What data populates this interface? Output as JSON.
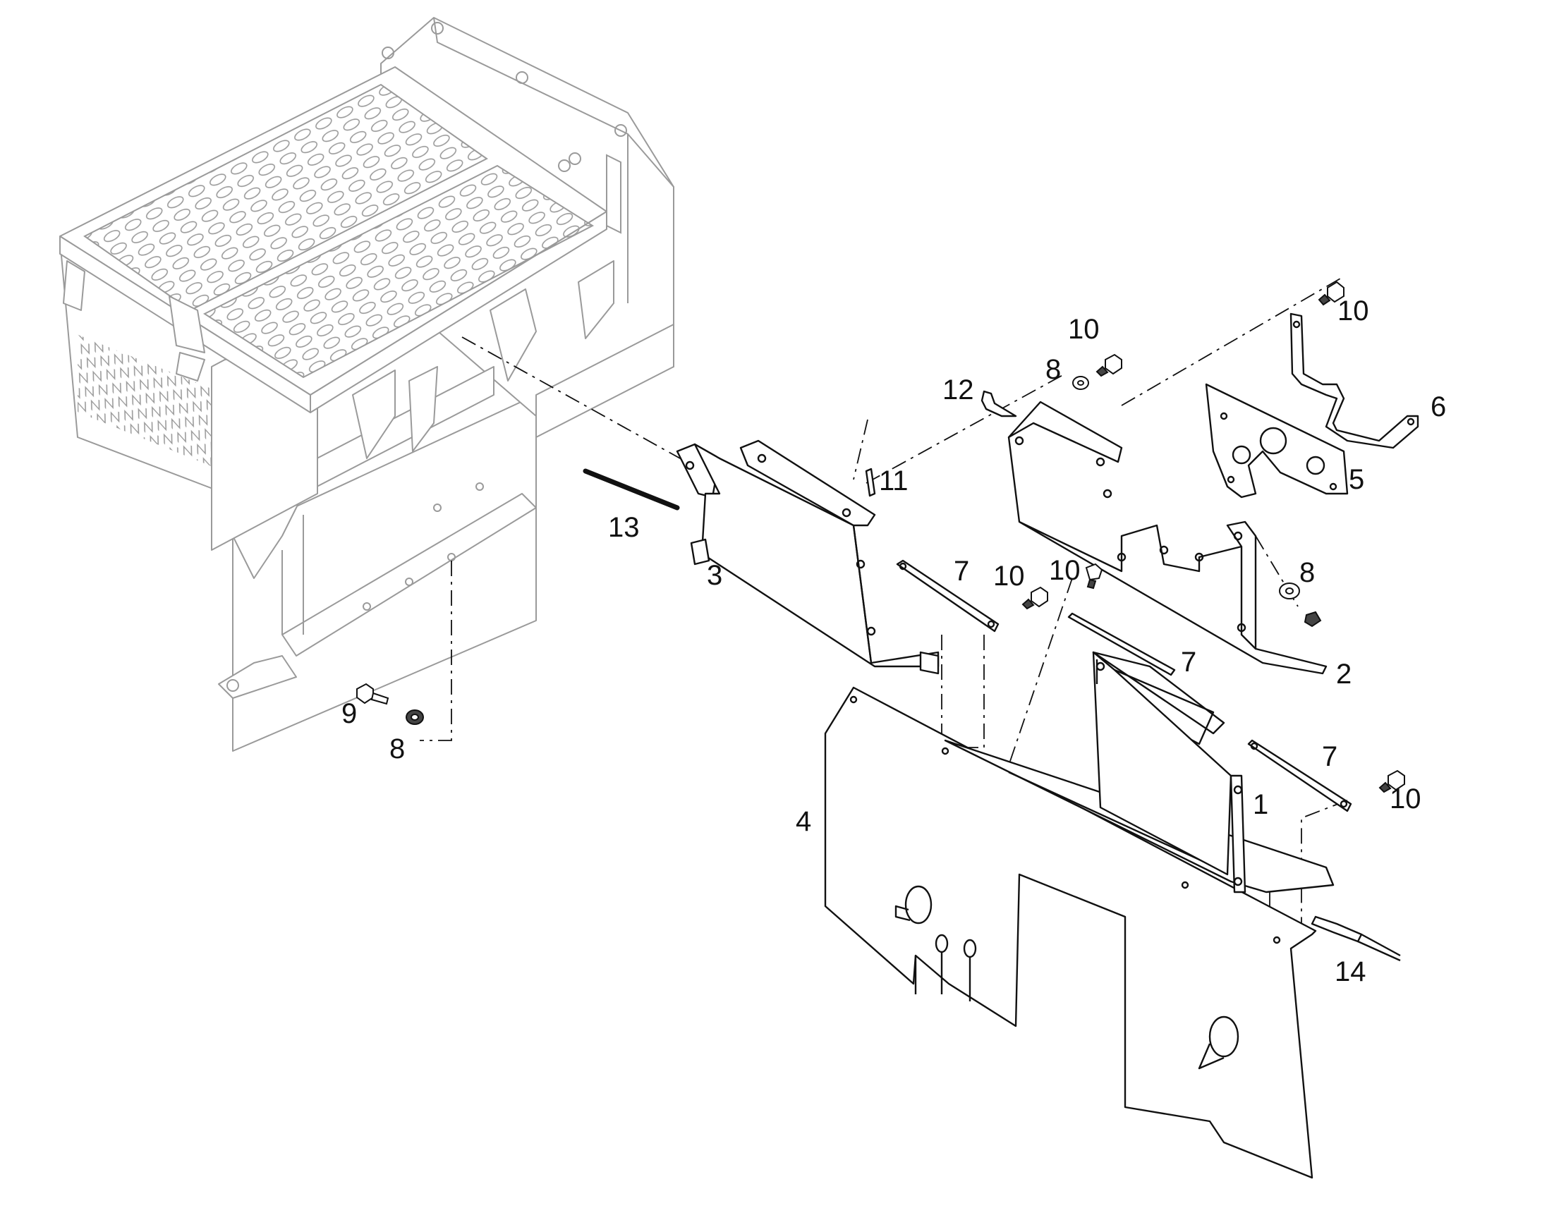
{
  "callouts": {
    "c1": "1",
    "c2": "2",
    "c3": "3",
    "c4": "4",
    "c5": "5",
    "c6": "6",
    "c7a": "7",
    "c7b": "7",
    "c7c": "7",
    "c8a": "8",
    "c8b": "8",
    "c8c": "8",
    "c9": "9",
    "c10a": "10",
    "c10b": "10",
    "c10c": "10",
    "c10d": "10",
    "c10e": "10",
    "c11": "11",
    "c12": "12",
    "c13": "13",
    "c14": "14"
  },
  "colors": {
    "ink": "#111111",
    "ghost_assembly": "#9a9a9a",
    "background": "#ffffff"
  }
}
